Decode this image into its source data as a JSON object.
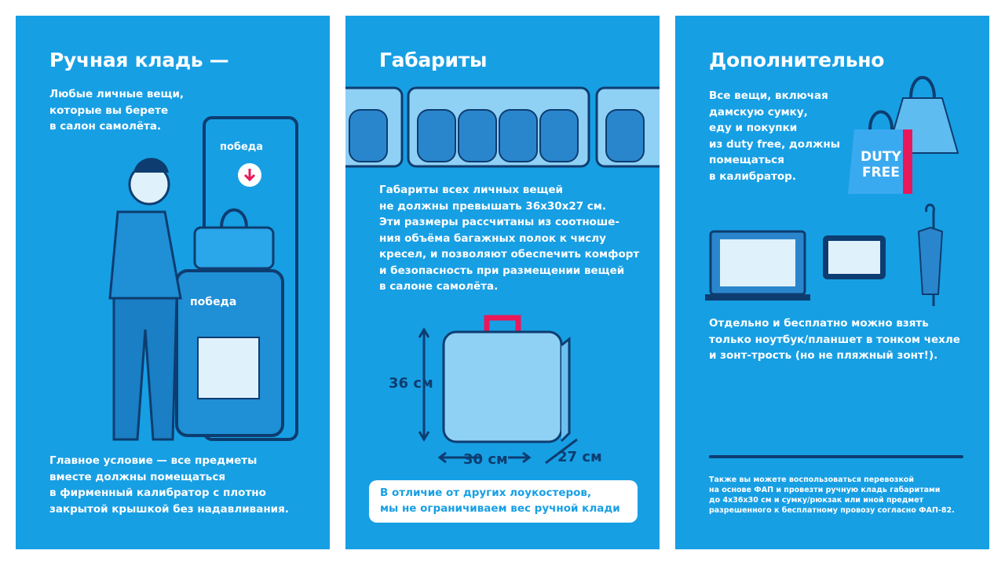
{
  "panel1": {
    "title": "Ручная кладь —",
    "intro": "Любые личные вещи,\nкоторые вы берете\nв салон самолёта.",
    "brand": "победа",
    "condition": "Главное условие — все предметы\nвместе должны помещаться\nв фирменный калибратор с плотно\nзакрытой крышкой без надавливания."
  },
  "panel2": {
    "title": "Габариты",
    "body": "Габариты всех личных вещей\nне должны превышать 36x30x27 см.\nЭти размеры рассчитаны из соотноше-\nния объёма багажных полок к числу\nкресел, и позволяют обеспечить комфорт\nи безопасность при размещении вещей\nв салоне самолёта.",
    "height_label": "36 см",
    "width_label": "30 см",
    "depth_label": "27 см",
    "note": "В отличие от других лоукостеров,\nмы не ограничиваем вес ручной клади"
  },
  "panel3": {
    "title": "Дополнительно",
    "intro": "Все вещи, включая\nдамскую сумку,\nеду и покупки\nиз duty free, должны\nпомещаться\nв калибратор.",
    "duty_free": "DUTY\nFREE",
    "separately": "Отдельно и бесплатно можно взять\nтолько ноутбук/планшет в тонком чехле\nи зонт-трость (но не пляжный зонт!).",
    "footnote": "Также вы можете воспользоваться перевозкой\nна основе ФАП и провезти ручную кладь габаритами\nдо 4x36x30 см и сумку/рюкзак или иной предмет\nразрешенного к бесплатному провозу согласно ФАП-82."
  },
  "colors": {
    "panel": "#179fe4",
    "dark": "#0d3d70",
    "accent": "#e8185a"
  }
}
